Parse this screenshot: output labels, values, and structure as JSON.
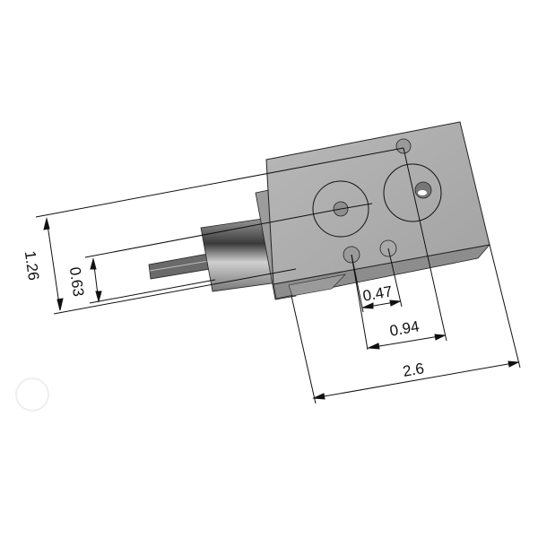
{
  "drawing": {
    "dimensions": {
      "overall_height": "1.26",
      "shaft_offset": "0.63",
      "hole_spacing_small": "0.47",
      "hole_spacing_large": "0.94",
      "overall_length": "2.6"
    },
    "colors": {
      "body": "#a9a9a9",
      "body_top": "#c4c4c4",
      "outline": "#111111",
      "background": "#ffffff"
    }
  }
}
